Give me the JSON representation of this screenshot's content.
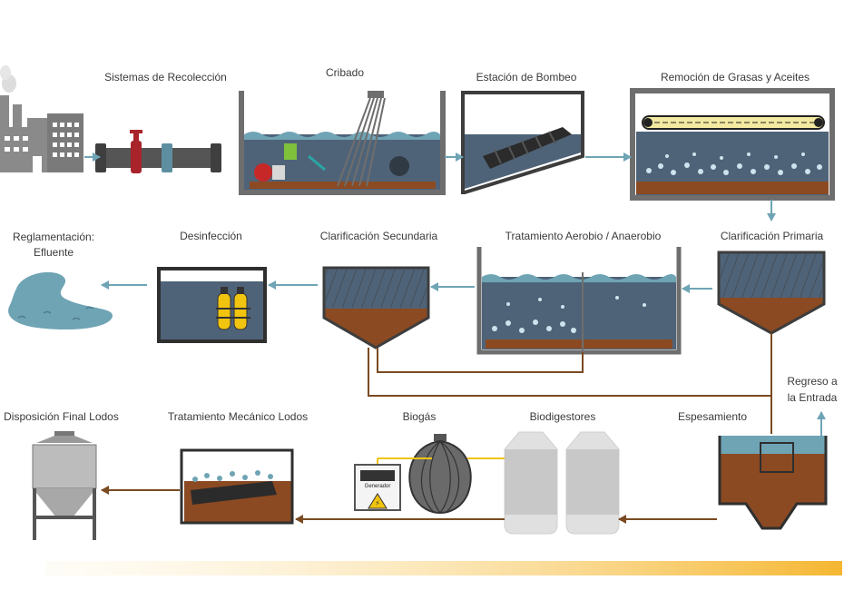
{
  "labels": {
    "recoleccion": "Sistemas de Recolección",
    "cribado": "Cribado",
    "bombeo": "Estación de Bombeo",
    "grasas": "Remoción de Grasas y Aceites",
    "reglamentacion_1": "Reglamentación:",
    "reglamentacion_2": "Efluente",
    "desinfeccion": "Desinfección",
    "clarif_secundaria": "Clarificación  Secundaria",
    "tratamiento_aerobio": "Tratamiento Aerobio / Anaerobio",
    "clarif_primaria": "Clarificación  Primaria",
    "regreso_1": "Regreso a",
    "regreso_2": "la Entrada",
    "disposicion": "Disposición Final Lodos",
    "mecanico": "Tratamiento Mecánico Lodos",
    "biogas": "Biogás",
    "biodigestores": "Biodigestores",
    "espesamiento": "Espesamiento",
    "generador": "Generador"
  },
  "colors": {
    "water": "#4f6378",
    "water_light": "#6fa4b5",
    "sludge": "#8b4a22",
    "arrow": "#6fa4b5",
    "sludge_line": "#7a4a22",
    "outline": "#3d3d3d",
    "footer_gradient": "#f5b731"
  }
}
